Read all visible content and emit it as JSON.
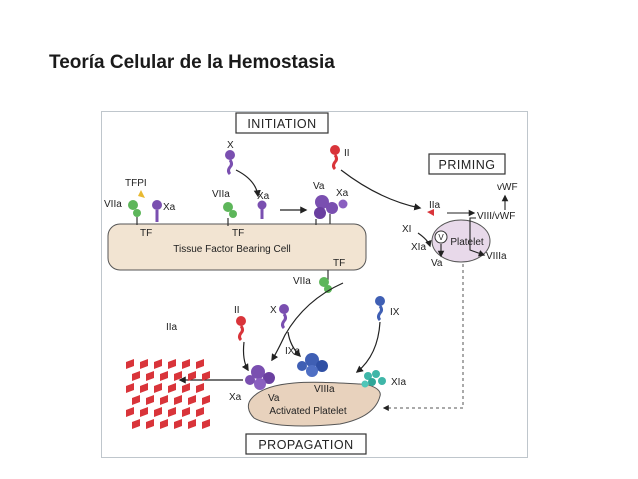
{
  "slide_title": "Teoría Celular de la Hemostasia",
  "phases": {
    "initiation": "INITIATION",
    "priming": "PRIMING",
    "propagation": "PROPAGATION"
  },
  "cells": {
    "tissue_factor_cell": "Tissue Factor Bearing Cell",
    "platelet": "Platelet",
    "activated_platelet": "Activated Platelet"
  },
  "labels": {
    "tfpi": "TFPI",
    "viia_left": "VIIa",
    "xa_left": "Xa",
    "tf_left": "TF",
    "x_top": "X",
    "viia_mid": "VIIa",
    "xa_mid": "Xa",
    "tf_mid": "TF",
    "va_top": "Va",
    "xa_top": "Xa",
    "ii_top": "II",
    "iia_priming": "IIa",
    "vwf": "vWF",
    "viii_vwf": "VIII/vWF",
    "xi": "XI",
    "xia": "XIa",
    "va_priming": "Va",
    "viiia_priming": "VIIIa",
    "v_circle": "V",
    "tf_low": "TF",
    "viia_low": "VIIa",
    "ii_prop": "II",
    "x_prop": "X",
    "ix_prop": "IX",
    "iia_prop": "IIa",
    "ixa": "IXa",
    "viiia_prop": "VIIIa",
    "xia_prop": "XIa",
    "xa_prop": "Xa",
    "va_prop": "Va"
  },
  "colors": {
    "factor_x": "#7a4fb0",
    "factor_ii": "#d9343a",
    "factor_vii": "#5db65a",
    "factor_ix": "#3f5fb4",
    "factor_xi": "#3fb6a8",
    "cell_fill": "#f2e4d2"
  }
}
